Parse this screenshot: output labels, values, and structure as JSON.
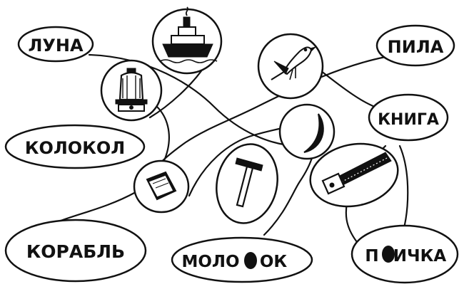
{
  "words": {
    "luna": "ЛУНА",
    "kolokol": "КОЛОКОЛ",
    "korabl": "КОРАБЛЬ",
    "molotok_a": "МОЛО",
    "molotok_b": "ОК",
    "pila": "ПИЛА",
    "kniga": "КНИГА",
    "ptichka_a": "П",
    "ptichka_b": "ИЧКА"
  },
  "pictures": [
    "ship-icon",
    "bell-icon",
    "book-icon",
    "hammer-icon",
    "bird-icon",
    "moon-icon",
    "saw-icon"
  ],
  "colors": {
    "ink": "#111111",
    "paper": "#ffffff"
  }
}
